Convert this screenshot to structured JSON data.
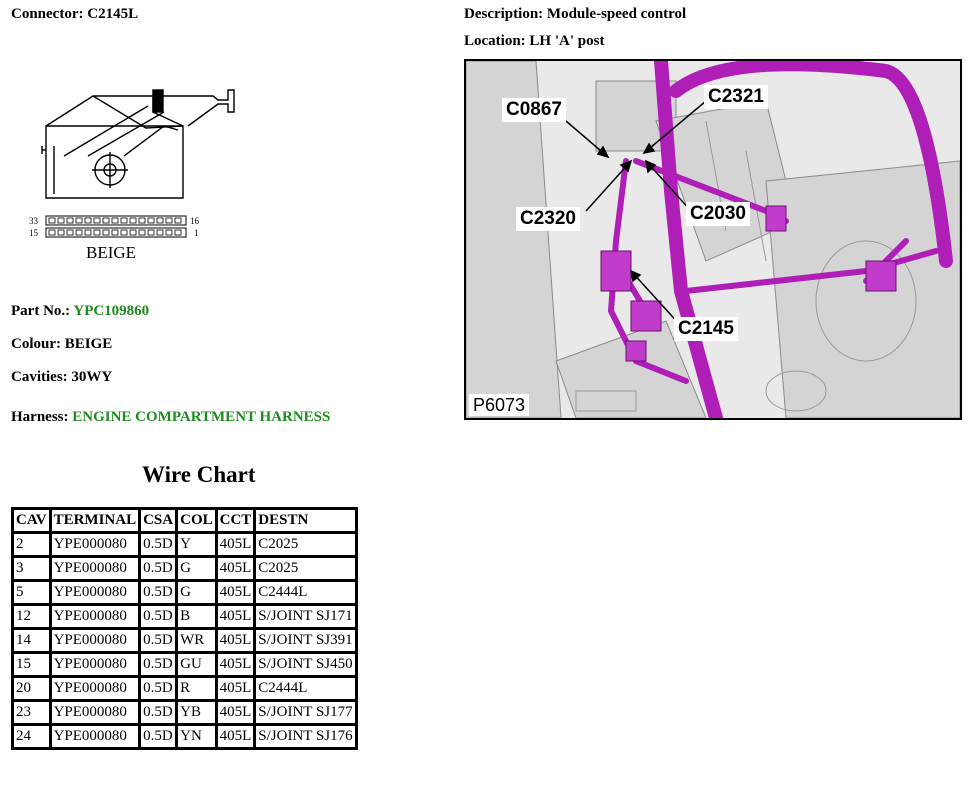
{
  "connector": {
    "label": "Connector:",
    "value": "C2145L"
  },
  "description": {
    "label": "Description:",
    "value": "Module-speed control"
  },
  "location": {
    "label": "Location:",
    "value": "LH 'A' post"
  },
  "pin_labels": {
    "top_left": "33",
    "top_right": "16",
    "bottom_left": "15",
    "bottom_right": "1"
  },
  "connector_colour_caption": "BEIGE",
  "part_no": {
    "label": "Part No.:",
    "value": "YPC109860",
    "color": "#1f8a1f"
  },
  "colour": {
    "label": "Colour:",
    "value": "BEIGE"
  },
  "cavities": {
    "label": "Cavities:",
    "value": "30WY"
  },
  "harness": {
    "label": "Harness:",
    "value": "ENGINE COMPARTMENT HARNESS",
    "color": "#1f8a1f"
  },
  "wire_chart": {
    "title": "Wire Chart",
    "headers": [
      "CAV",
      "TERMINAL",
      "CSA",
      "COL",
      "CCT",
      "DESTN"
    ],
    "rows": [
      [
        "2",
        "YPE000080",
        "0.5D",
        "Y",
        "405L",
        "C2025"
      ],
      [
        "3",
        "YPE000080",
        "0.5D",
        "G",
        "405L",
        "C2025"
      ],
      [
        "5",
        "YPE000080",
        "0.5D",
        "G",
        "405L",
        "C2444L"
      ],
      [
        "12",
        "YPE000080",
        "0.5D",
        "B",
        "405L",
        "S/JOINT SJ171"
      ],
      [
        "14",
        "YPE000080",
        "0.5D",
        "WR",
        "405L",
        "S/JOINT SJ391"
      ],
      [
        "15",
        "YPE000080",
        "0.5D",
        "GU",
        "405L",
        "S/JOINT SJ450"
      ],
      [
        "20",
        "YPE000080",
        "0.5D",
        "R",
        "405L",
        "C2444L"
      ],
      [
        "23",
        "YPE000080",
        "0.5D",
        "YB",
        "405L",
        "S/JOINT SJ177"
      ],
      [
        "24",
        "YPE000080",
        "0.5D",
        "YN",
        "405L",
        "S/JOINT SJ176"
      ]
    ]
  },
  "photo": {
    "callouts": {
      "c0867": "C0867",
      "c2321": "C2321",
      "c2320": "C2320",
      "c2030": "C2030",
      "c2145": "C2145"
    },
    "id": "P6073",
    "harness_color": "#b01eb8"
  }
}
